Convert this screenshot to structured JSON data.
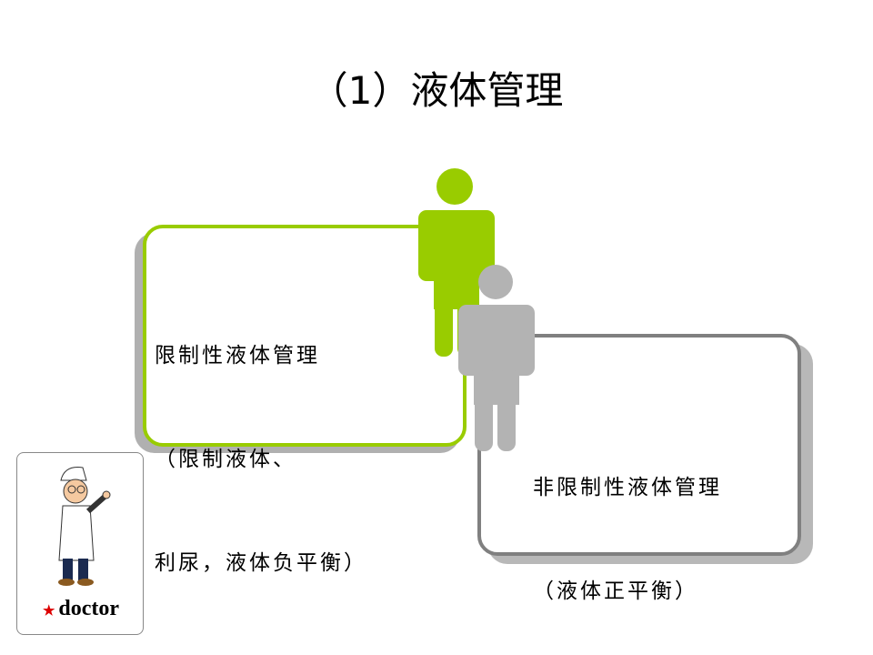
{
  "slide": {
    "title": "（1）液体管理"
  },
  "left_card": {
    "lines": [
      "限制性液体管理",
      "（限制液体、",
      "利尿，液体负平衡）"
    ],
    "color": "#99cc00"
  },
  "right_card": {
    "lines": [
      "非限制性液体管理",
      "（液体正平衡）"
    ],
    "color": "#808080"
  },
  "doctor_card": {
    "label": "doctor",
    "star": "★"
  }
}
